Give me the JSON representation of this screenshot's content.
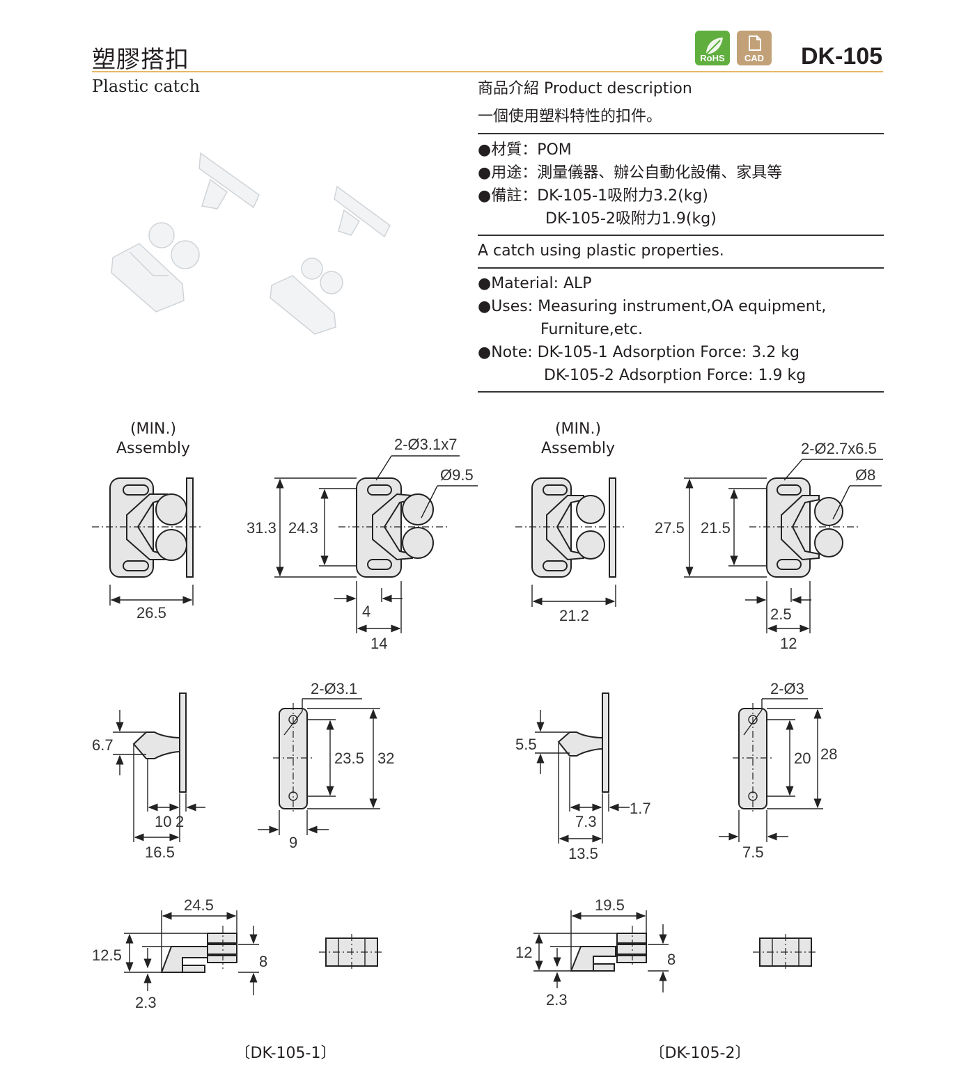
{
  "header": {
    "title_zh": "塑膠搭扣",
    "title_en": "Plastic catch",
    "model": "DK-105",
    "badges": [
      {
        "name": "rohs-badge",
        "label": "RoHS",
        "color": "#5fae3e"
      },
      {
        "name": "cad-badge",
        "label": "CAD",
        "color": "#c2a178"
      }
    ]
  },
  "description": {
    "heading": "商品介紹 Product description",
    "summary_zh": "一個使用塑料特性的扣件。",
    "specs_zh": {
      "material": "●材質：POM",
      "uses": "●用途：測量儀器、辦公自動化設備、家具等",
      "note_1": "●備註：DK-105-1吸附力3.2(kg)",
      "note_2": "DK-105-2吸附力1.9(kg)"
    },
    "summary_en": "A catch using plastic properties.",
    "specs_en": {
      "material": "●Material: ALP",
      "uses_1": "●Uses: Measuring instrument,OA equipment,",
      "uses_2": "Furniture,etc.",
      "note_1": "●Note: DK-105-1 Adsorption Force: 3.2 kg",
      "note_2": "DK-105-2 Adsorption Force: 1.9 kg"
    }
  },
  "drawings": {
    "assembly_min": "(MIN.)",
    "assembly": "Assembly",
    "dk1": {
      "caption": "〔DK-105-1〕",
      "hole_spec": "2-Ø3.1x7",
      "ball_dia": "Ø9.5",
      "width_total": "26.5",
      "height_outer": "31.3",
      "height_inner": "24.3",
      "depth_small": "4",
      "depth_total": "14",
      "plate_holes": "2-Ø3.1",
      "plate_pitch": "23.5",
      "plate_height": "32",
      "plate_width": "9",
      "strike_head": "6.7",
      "strike_reach": "10",
      "strike_thick": "2",
      "strike_total": "16.5",
      "side_length": "24.5",
      "side_height": "12.5",
      "side_base": "2.3",
      "side_inner": "8"
    },
    "dk2": {
      "caption": "〔DK-105-2〕",
      "hole_spec": "2-Ø2.7x6.5",
      "ball_dia": "Ø8",
      "width_total": "21.2",
      "height_outer": "27.5",
      "height_inner": "21.5",
      "depth_small": "2.5",
      "depth_total": "12",
      "plate_holes": "2-Ø3",
      "plate_pitch": "20",
      "plate_height": "28",
      "plate_width": "7.5",
      "strike_head": "5.5",
      "strike_reach": "7.3",
      "strike_thick": "1.7",
      "strike_total": "13.5",
      "side_length": "19.5",
      "side_height": "12",
      "side_base": "2.3",
      "side_inner": "8"
    }
  }
}
